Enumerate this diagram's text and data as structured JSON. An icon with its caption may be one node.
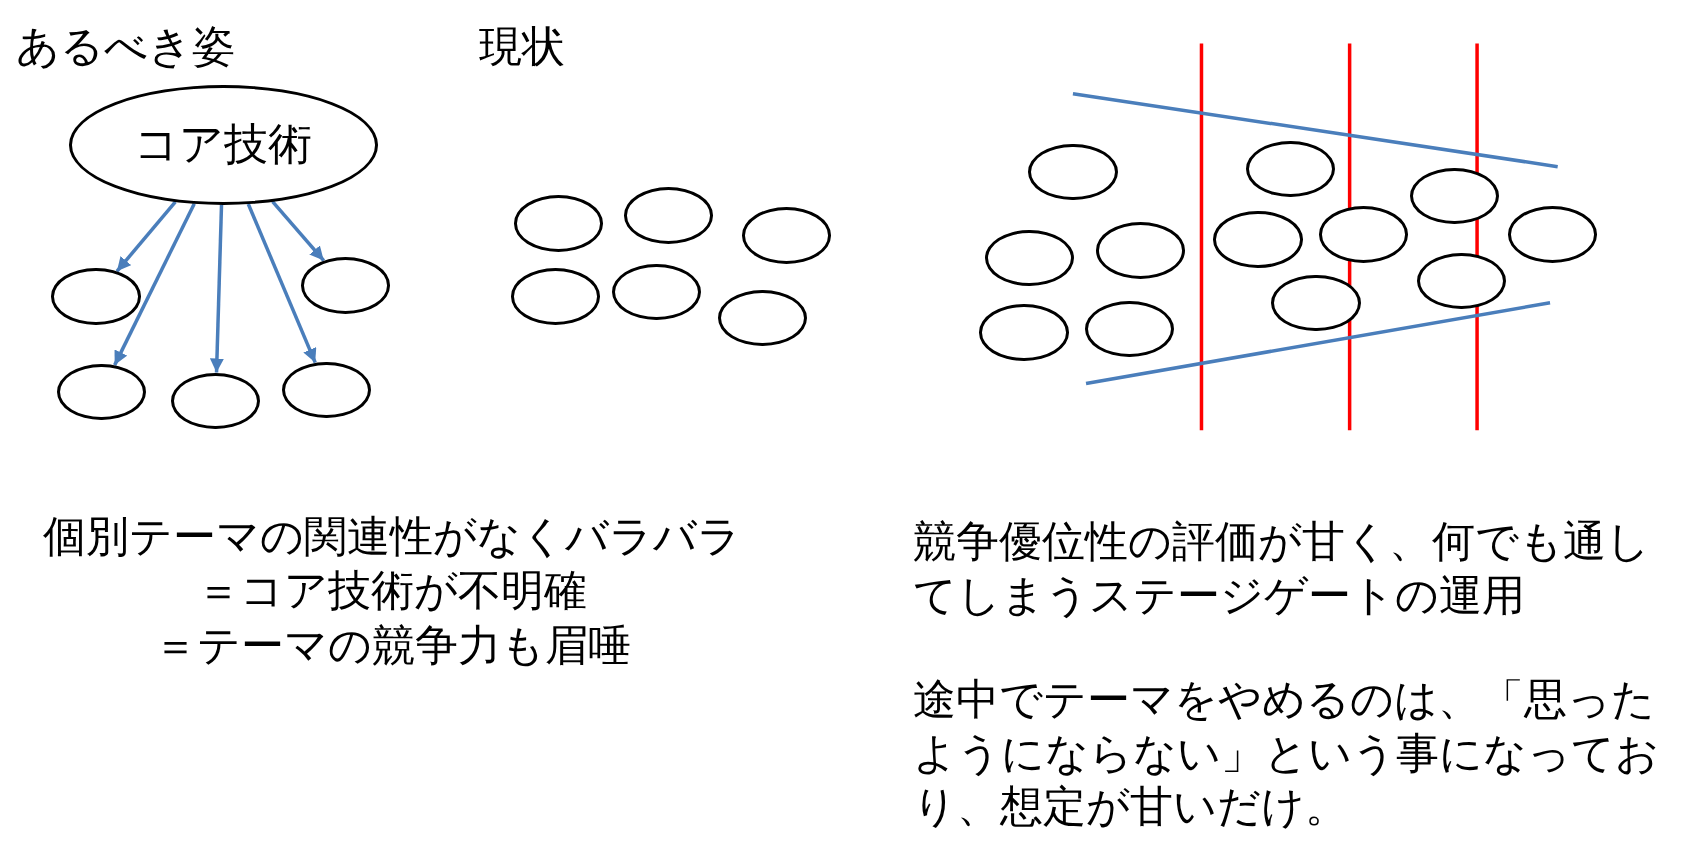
{
  "diagram": {
    "nodes": [
      {
        "text": [
          "コア技術"
        ]
      },
      {
        "text": [],
        "shape": "ellipse"
      },
      {
        "text": [],
        "shape": "ellipse"
      },
      {
        "text": [],
        "shape": "ellipse"
      },
      {
        "text": [],
        "shape": "ellipse"
      },
      {
        "text": [],
        "shape": "ellipse"
      },
      {
        "text": [],
        "shape": "ellipse"
      },
      {
        "text": [],
        "shape": "ellipse"
      },
      {
        "text": [],
        "shape": "ellipse"
      },
      {
        "text": [],
        "shape": "ellipse"
      },
      {
        "text": [],
        "shape": "ellipse"
      },
      {
        "text": [],
        "shape": "ellipse"
      },
      {
        "text": [],
        "shape": "ellipse"
      },
      {
        "text": [],
        "shape": "ellipse"
      },
      {
        "text": [],
        "shape": "ellipse"
      },
      {
        "text": [],
        "shape": "ellipse"
      },
      {
        "text": [],
        "shape": "ellipse"
      },
      {
        "text": [],
        "shape": "ellipse"
      },
      {
        "text": [],
        "shape": "ellipse"
      },
      {
        "text": [],
        "shape": "ellipse"
      },
      {
        "text": [],
        "shape": "ellipse"
      },
      {
        "text": [],
        "shape": "ellipse"
      },
      {
        "text": [],
        "shape": "ellipse"
      },
      {
        "text": [],
        "shape": "ellipse"
      }
    ],
    "edges": [
      {
        "from": 0,
        "to": 1,
        "arrow": "to"
      },
      {
        "from": 0,
        "to": 3,
        "arrow": "to"
      },
      {
        "from": 0,
        "to": 4,
        "arrow": "to"
      },
      {
        "from": 0,
        "to": 5,
        "arrow": "to"
      },
      {
        "from": 0,
        "to": 2,
        "arrow": "to"
      }
    ],
    "labels": [
      "あるべき姿",
      "現状",
      "個別テーマの関連性がなくバラバラ",
      "＝コア技術が不明確",
      "＝テーマの競争力も眉唾",
      "競争優位性の評価が甘く、何でも通してしまうステージゲートの運用",
      "途中でテーマをやめるのは、「思ったようにならない」という事になっており、想定が甘いだけ。"
    ]
  }
}
